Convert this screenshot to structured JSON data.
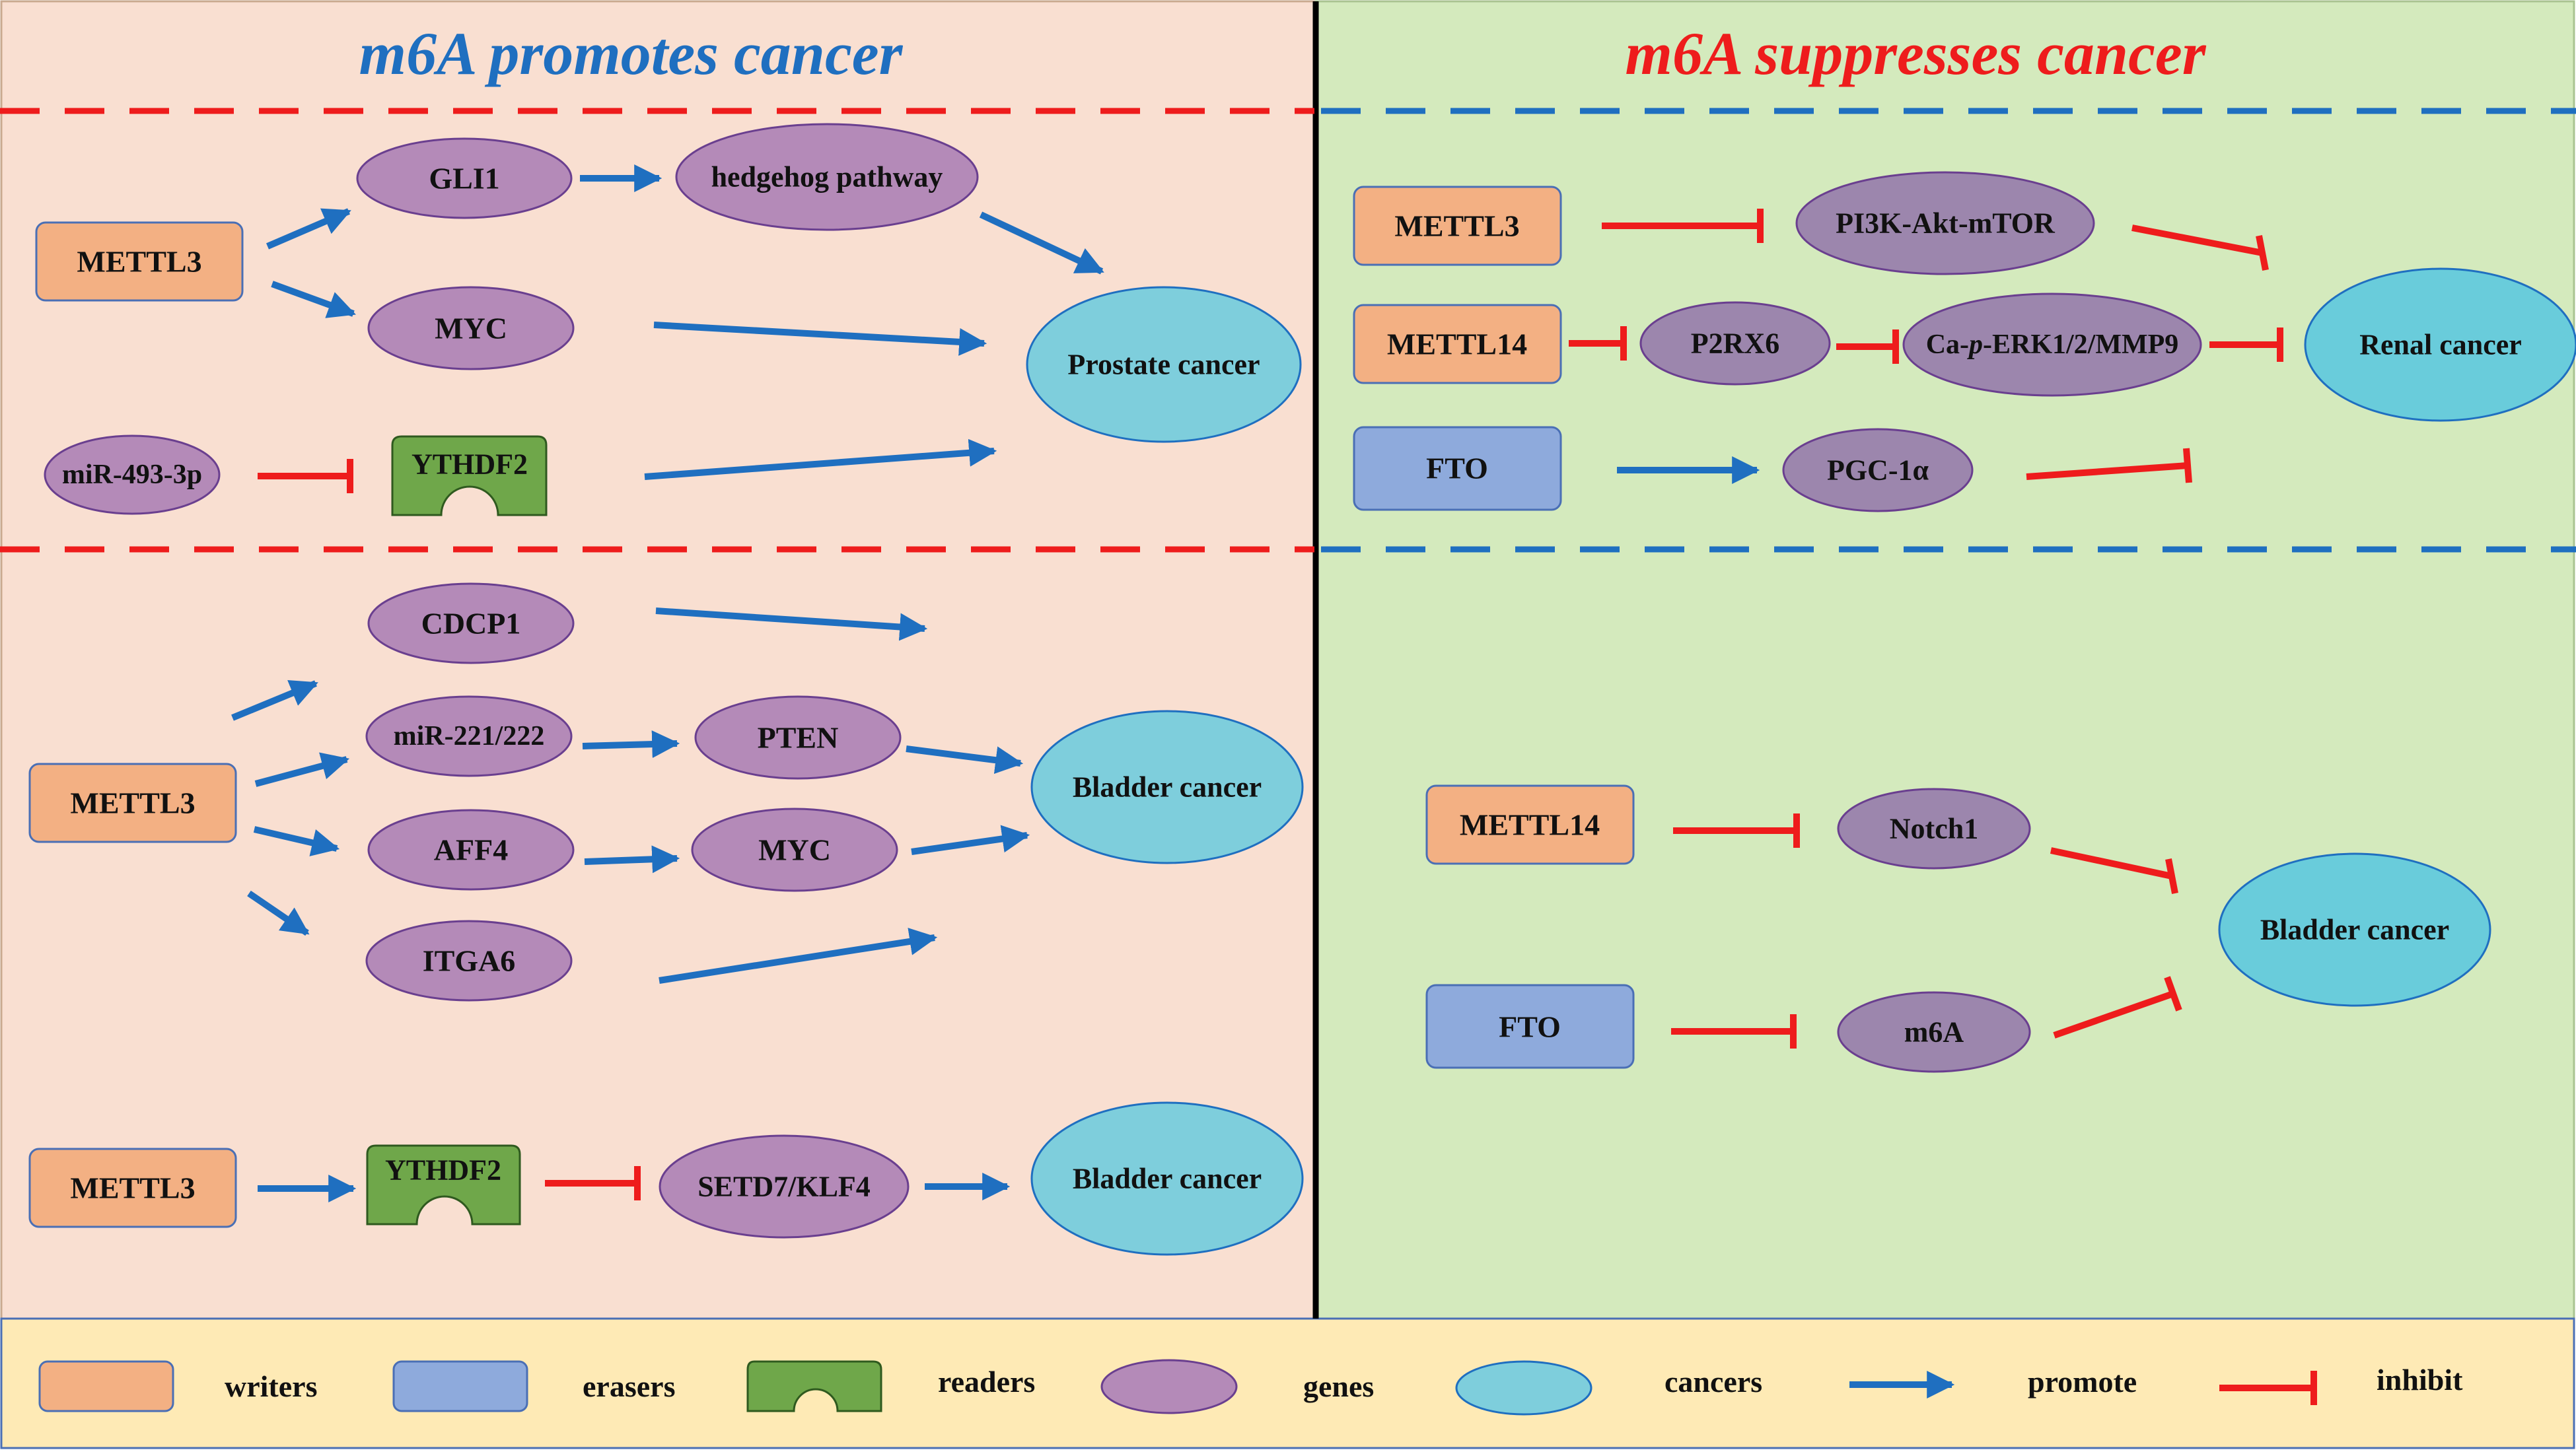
{
  "colors": {
    "left_panel": "#f9dfd1",
    "right_panel": "#d4eabd",
    "legend_bg": "#feeab5",
    "writer": "#f3b083",
    "eraser": "#8eaadc",
    "reader": "#6fa74a",
    "gene": "#b48ab8",
    "cancer": "#7ecedc",
    "promote": "#1f6fc0",
    "inhibit": "#ee1c1c",
    "left_header": "#1f6fc0",
    "right_header": "#ee1c1c"
  },
  "headers": {
    "left": "m6A promotes cancer",
    "right": "m6A suppresses cancer"
  },
  "promotes": {
    "prostate": {
      "writer": "METTL3",
      "gli1": "GLI1",
      "hedgehog": "hedgehog pathway",
      "myc": "MYC",
      "mirna": "miR-493-3p",
      "reader": "YTHDF2",
      "cancer": "Prostate cancer"
    },
    "bladder1": {
      "writer": "METTL3",
      "cdcp1": "CDCP1",
      "mir221": "miR-221/222",
      "pten": "PTEN",
      "aff4": "AFF4",
      "myc": "MYC",
      "itga6": "ITGA6",
      "cancer": "Bladder cancer"
    },
    "bladder2": {
      "writer": "METTL3",
      "reader": "YTHDF2",
      "setd7": "SETD7/KLF4",
      "cancer": "Bladder cancer"
    }
  },
  "suppresses": {
    "renal": {
      "writer1": "METTL3",
      "pi3k": "PI3K-Akt-mTOR",
      "writer2": "METTL14",
      "p2rx6": "P2RX6",
      "ca_prefix": "Ca-",
      "ca_italic": "p",
      "ca_suffix": "-ERK1/2/MMP9",
      "eraser": "FTO",
      "pgc": "PGC-1α",
      "cancer": "Renal cancer"
    },
    "bladder": {
      "writer": "METTL14",
      "notch1": "Notch1",
      "eraser": "FTO",
      "m6a": "m6A",
      "cancer": "Bladder cancer"
    }
  },
  "legend": {
    "writers": "writers",
    "erasers": "erasers",
    "readers": "readers",
    "genes": "genes",
    "cancers": "cancers",
    "promote": "promote",
    "inhibit": "inhibit"
  }
}
